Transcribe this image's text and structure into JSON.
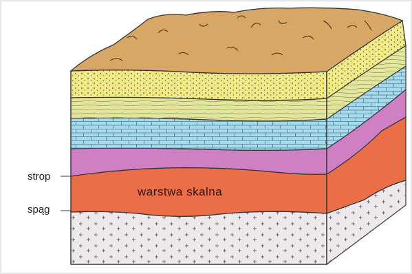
{
  "labels": {
    "top_boundary": "strop",
    "bottom_boundary": "spąg",
    "rock_layer": "warstwa skalna"
  },
  "layers": [
    {
      "name": "soil",
      "color": "#d8a765"
    },
    {
      "name": "sand",
      "color": "#f2ea86"
    },
    {
      "name": "laminated",
      "color": "#e3e6a0"
    },
    {
      "name": "limestone",
      "color": "#a9d9ea"
    },
    {
      "name": "shale",
      "color": "#cf7fc4"
    },
    {
      "name": "rock-layer",
      "color": "#ea6e48"
    },
    {
      "name": "crystalline",
      "color": "#ece8ec"
    }
  ]
}
